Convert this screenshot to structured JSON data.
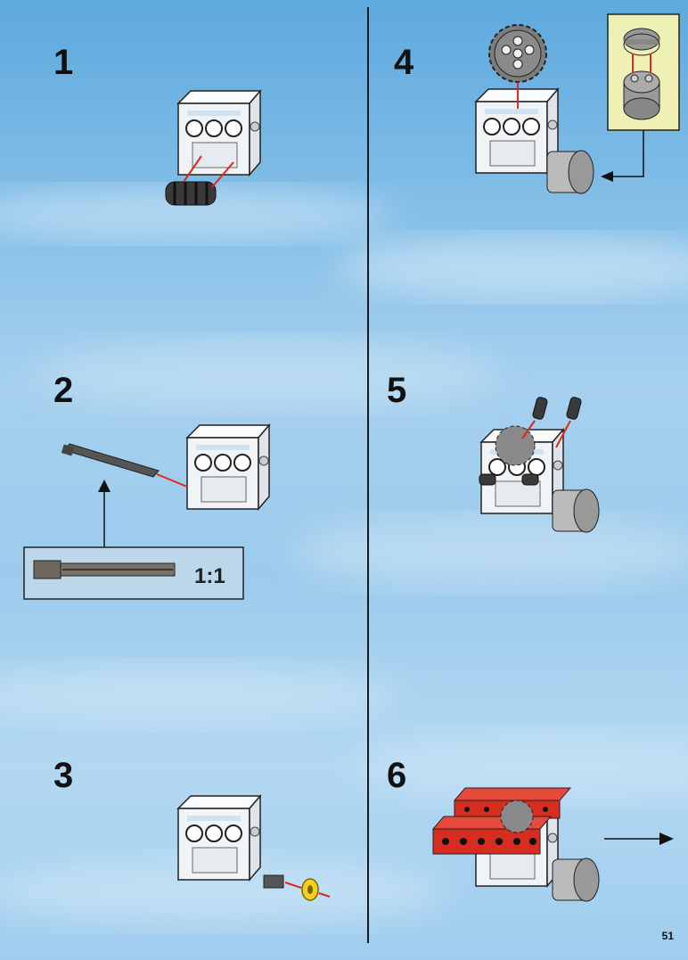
{
  "steps": [
    {
      "number": "1"
    },
    {
      "number": "2",
      "scale_label": "1:1"
    },
    {
      "number": "3"
    },
    {
      "number": "4"
    },
    {
      "number": "5"
    },
    {
      "number": "6"
    }
  ],
  "page_number": "51",
  "colors": {
    "sky": "#7dbbe6",
    "callout_box": "#eef0b4",
    "scale_box": "#bcd6ea",
    "arrow_red": "#d82a1e",
    "frame_white": "#f4f6f8",
    "dark_gray": "#4a4a4a",
    "beam_red": "#d62d20"
  },
  "icons": [
    "worm-gear-icon",
    "axle-icon",
    "bushing-icon",
    "gear-24-tooth-icon",
    "round-tile-icon",
    "motor-icon",
    "axle-pin-icon",
    "technic-beam-icon",
    "arrow-right-icon"
  ]
}
